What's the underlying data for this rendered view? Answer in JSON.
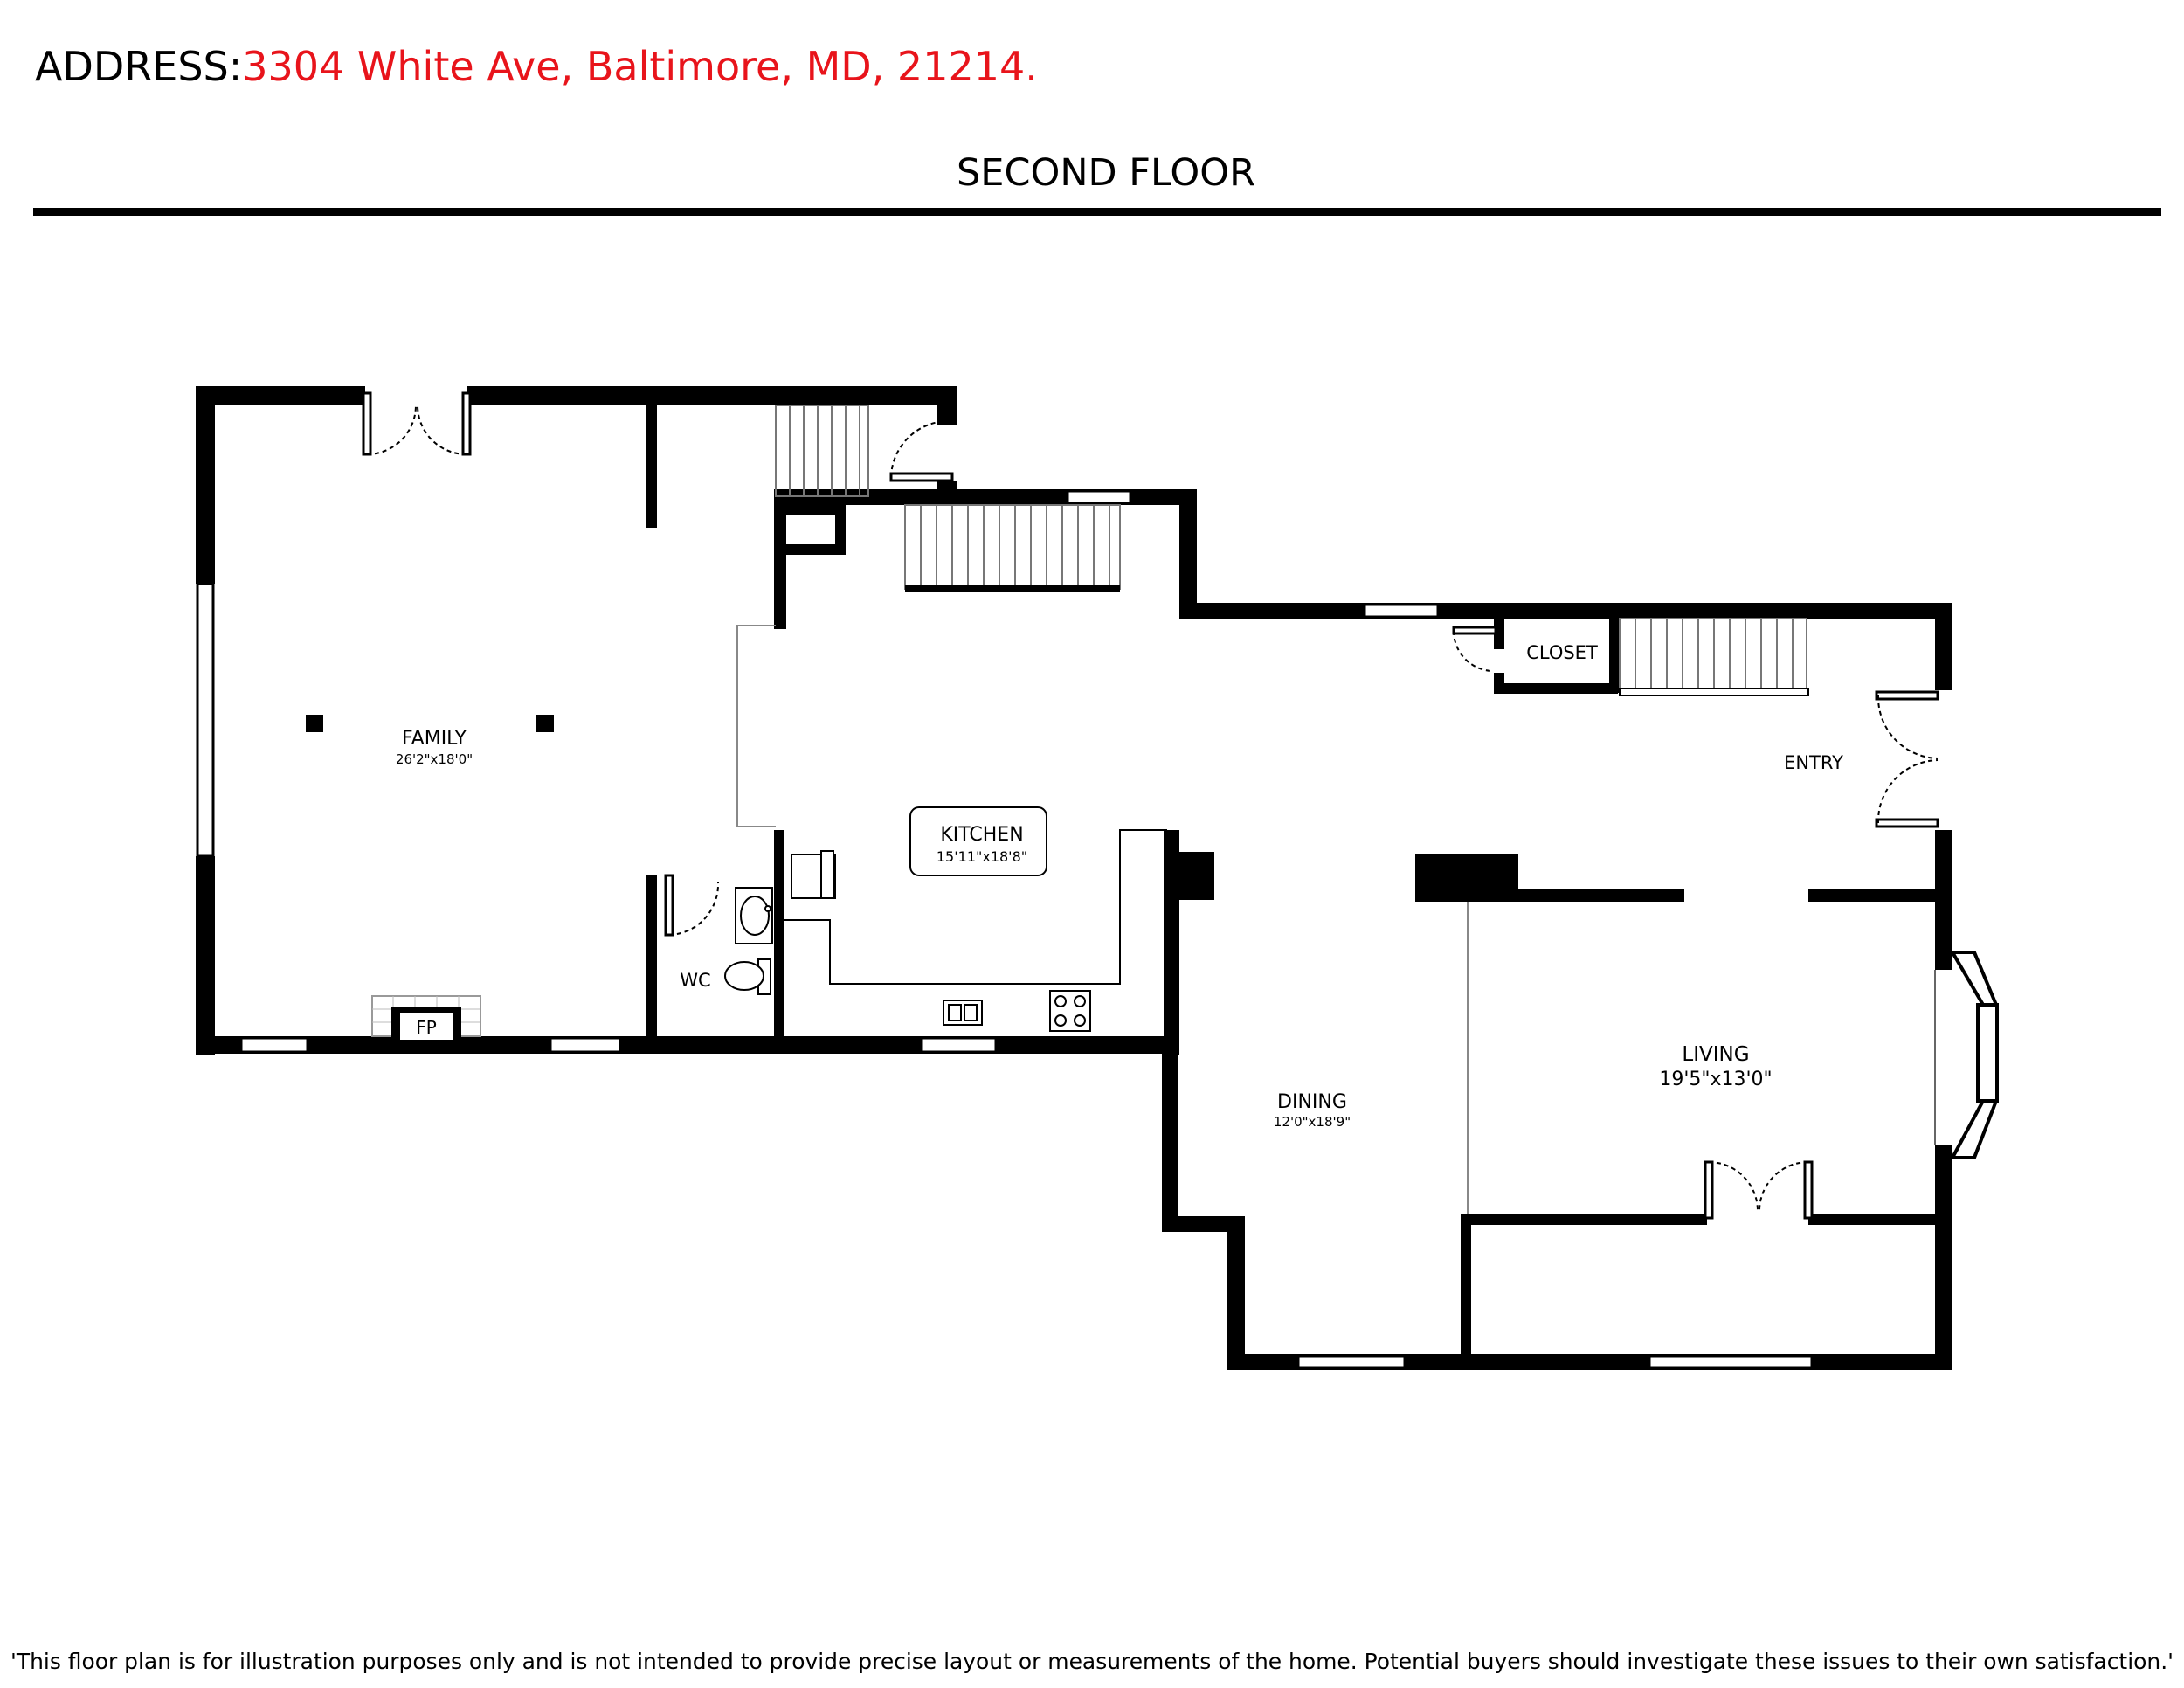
{
  "header": {
    "address_label": "ADDRESS:",
    "address_value": "3304 White Ave, Baltimore, MD, 21214.",
    "floor_title": "SECOND FLOOR"
  },
  "rooms": {
    "family": {
      "name": "FAMILY",
      "dims": "26'2\"x18'0\""
    },
    "kitchen": {
      "name": "KITCHEN",
      "dims": "15'11\"x18'8\""
    },
    "closet": {
      "name": "CLOSET"
    },
    "entry": {
      "name": "ENTRY"
    },
    "wc": {
      "name": "WC"
    },
    "fp": {
      "name": "FP"
    },
    "dining": {
      "name": "DINING",
      "dims": "12'0\"x18'9\""
    },
    "living": {
      "name": "LIVING",
      "dims": "19'5\"x13'0\""
    }
  },
  "disclaimer": "'This floor plan is for illustration purposes only and is not intended to provide precise layout or measurements of the home. Potential buyers should investigate these issues to their own satisfaction.'",
  "colors": {
    "address_value": "#e8141b",
    "wall": "#000000"
  }
}
